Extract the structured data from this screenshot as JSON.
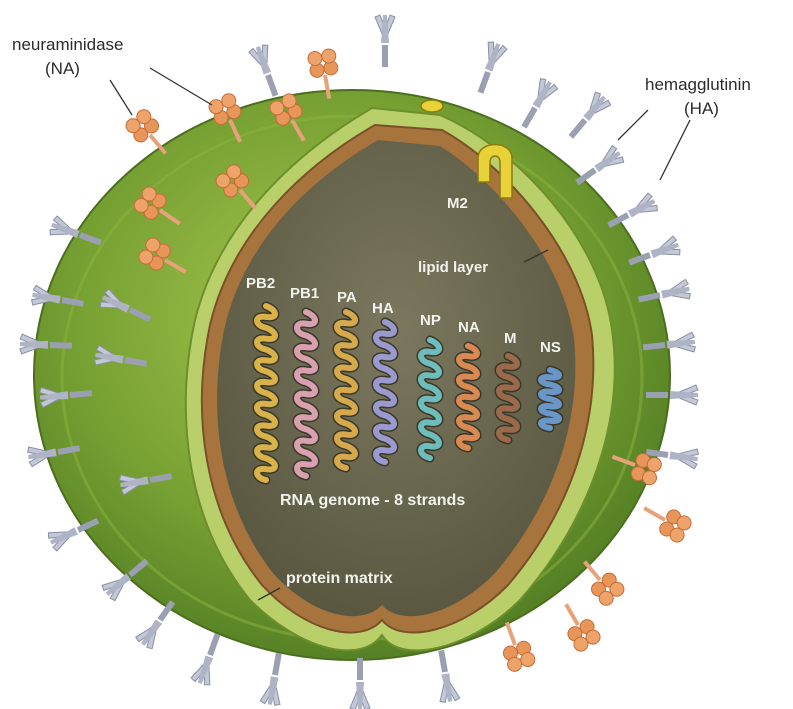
{
  "labels": {
    "neuraminidase_line1": "neuraminidase",
    "neuraminidase_line2": "(NA)",
    "hemagglutinin_line1": "hemagglutinin",
    "hemagglutinin_line2": "(HA)",
    "m2": "M2",
    "lipid_layer": "lipid layer",
    "protein_matrix": "protein matrix",
    "rna_genome": "RNA genome - 8 strands"
  },
  "strands": [
    {
      "name": "PB2",
      "color": "#d9b24a"
    },
    {
      "name": "PB1",
      "color": "#d9a0b0"
    },
    {
      "name": "PA",
      "color": "#d6aa4c"
    },
    {
      "name": "HA",
      "color": "#9a9ad0"
    },
    {
      "name": "NP",
      "color": "#6fbcbc"
    },
    {
      "name": "NA",
      "color": "#d98a52"
    },
    {
      "name": "M",
      "color": "#9a6a4a"
    },
    {
      "name": "NS",
      "color": "#6a96c8"
    }
  ],
  "colors": {
    "envelope": "#6c9a2e",
    "envelope_light": "#a8c85a",
    "lipid_band": "#b8d070",
    "matrix_brown": "#9a6a3a",
    "core": "#6e6a50",
    "ha_spike": "#b8bccc",
    "na_spike": "#e8955a",
    "m2_channel": "#e8d23a"
  }
}
